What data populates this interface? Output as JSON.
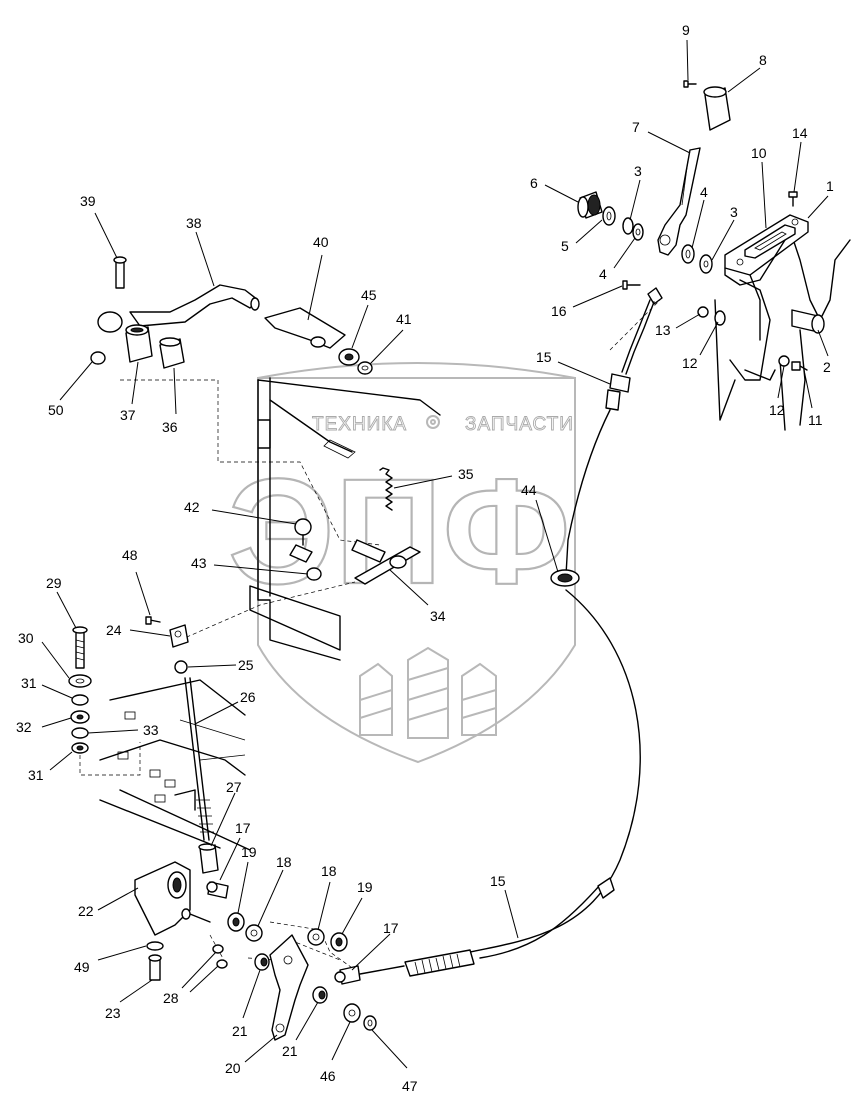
{
  "watermark": {
    "brand_left": "ТЕХНИКА",
    "brand_right": "ЗАПЧАСТИ",
    "emblem": "ЭПФ",
    "gear_icon": "gear-icon"
  },
  "callouts": [
    "1",
    "2",
    "3",
    "3",
    "4",
    "4",
    "5",
    "6",
    "7",
    "8",
    "9",
    "10",
    "11",
    "12",
    "12",
    "13",
    "14",
    "15",
    "15",
    "16",
    "17",
    "17",
    "18",
    "18",
    "19",
    "19",
    "20",
    "21",
    "21",
    "22",
    "23",
    "24",
    "25",
    "26",
    "27",
    "28",
    "29",
    "30",
    "31",
    "31",
    "32",
    "33",
    "34",
    "35",
    "36",
    "37",
    "38",
    "39",
    "40",
    "41",
    "42",
    "43",
    "44",
    "45",
    "46",
    "47",
    "48",
    "49",
    "50"
  ]
}
